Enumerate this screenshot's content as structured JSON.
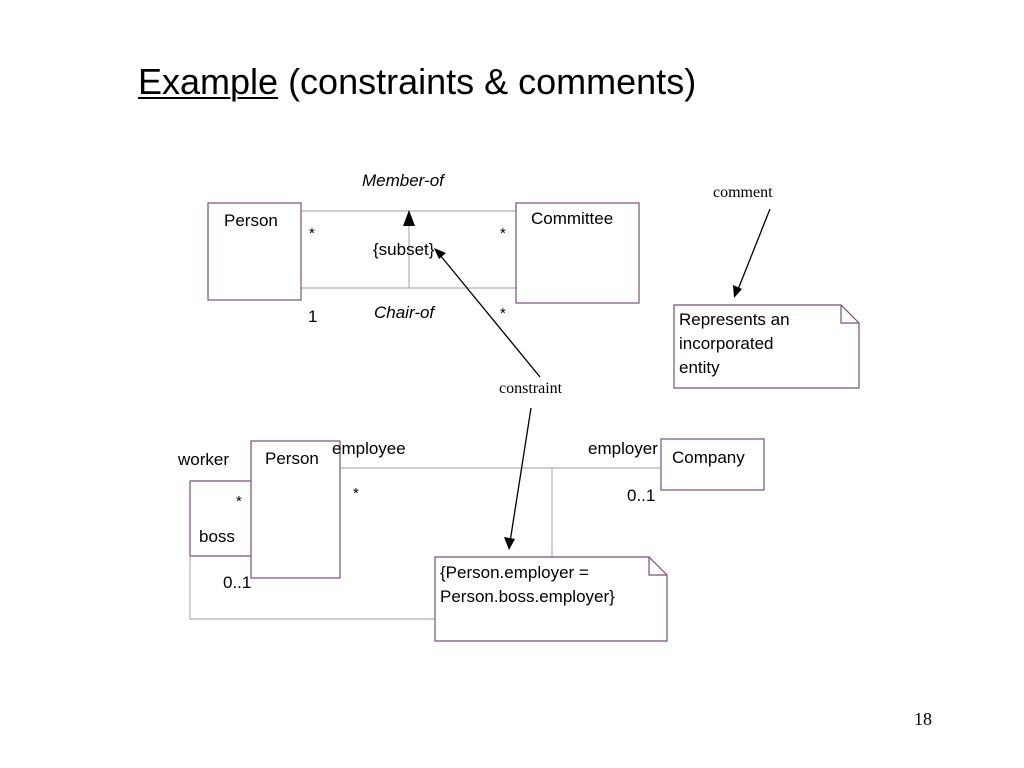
{
  "slide": {
    "title_underlined": "Example",
    "title_rest": " (constraints & comments)",
    "page_number": "18"
  },
  "top_diagram": {
    "class_left": "Person",
    "class_right": "Committee",
    "assoc_member": "Member-of",
    "assoc_chair": "Chair-of",
    "constraint": "{subset}",
    "mult_member_left": "*",
    "mult_member_right": "*",
    "mult_chair_left": "1",
    "mult_chair_right": "*",
    "comment_label": "comment",
    "note_lines": [
      "Represents an",
      "incorporated",
      "entity"
    ]
  },
  "bottom_diagram": {
    "class_person": "Person",
    "class_company": "Company",
    "role_worker": "worker",
    "role_boss": "boss",
    "role_employee": "employee",
    "role_employer": "employer",
    "mult_worker": "*",
    "mult_boss": "0..1",
    "mult_employee": "*",
    "mult_employer": "0..1",
    "constraint_label": "constraint",
    "note_lines": [
      "{Person.employer =",
      "Person.boss.employer}"
    ]
  },
  "colors": {
    "box_border": "#7a4f7a",
    "line": "#b0b0b0"
  }
}
